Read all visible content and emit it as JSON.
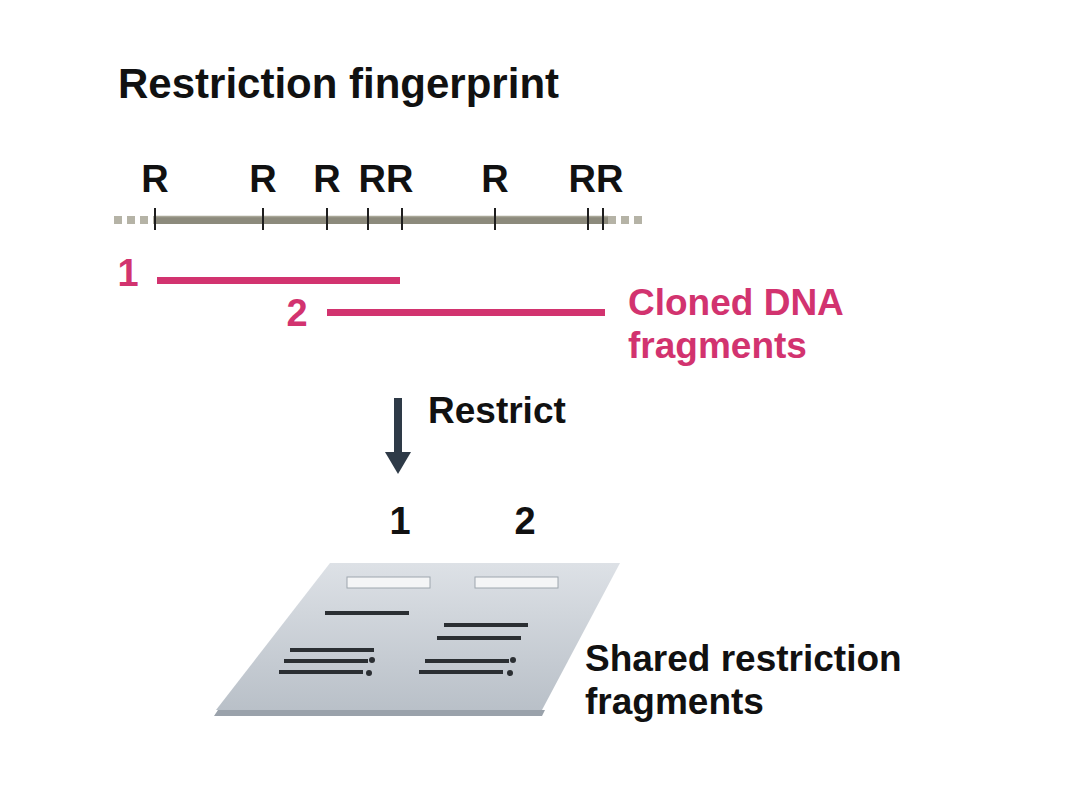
{
  "diagram": {
    "title": "Restriction fingerprint",
    "labels": [
      "R",
      "R",
      "R",
      "RR",
      "R",
      "RR",
      "1",
      "2",
      "Cloned DNA fragments",
      "Restrict",
      "1",
      "2",
      "Shared restriction fragments"
    ]
  }
}
